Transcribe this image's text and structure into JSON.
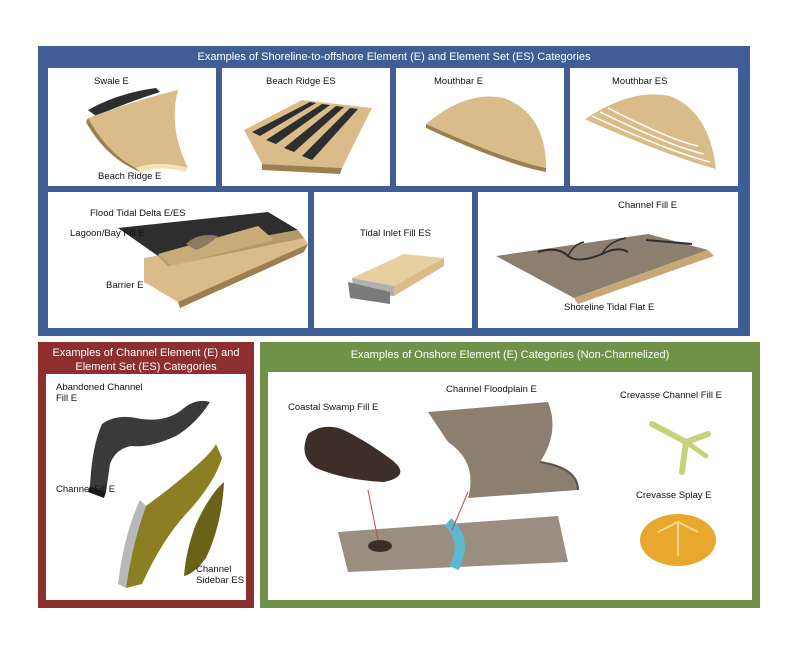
{
  "colors": {
    "shoreline_panel": "#3F5E95",
    "channel_panel": "#8E2F2F",
    "onshore_panel": "#6E9248",
    "sand": "#D9BC8A",
    "dark_layer": "#2E2E2E",
    "channel_fill": "#8C7E22",
    "crevasse": "#C8D27A",
    "splay": "#E8A82E",
    "floodplain": "#8C7F70",
    "tidal_channel": "#5BB8D0"
  },
  "shoreline_panel": {
    "title": "Examples of Shoreline-to-offshore Element (E) and Element Set (ES) Categories",
    "cards": {
      "swale": {
        "label_top": "Swale E",
        "label_bottom": "Beach Ridge E"
      },
      "beach_ridge_es": {
        "label": "Beach Ridge ES"
      },
      "mouthbar_e": {
        "label": "Mouthbar E"
      },
      "mouthbar_es": {
        "label": "Mouthbar ES"
      },
      "flood_tidal": {
        "label_top": "Flood Tidal Delta E/ES",
        "label_mid": "Lagoon/Bay Fill E",
        "label_bottom": "Barrier E"
      },
      "tidal_inlet": {
        "label": "Tidal Inlet Fill ES"
      },
      "tidal_flat": {
        "label_top": "Channel Fill E",
        "label_bottom": "Shoreline Tidal Flat E"
      }
    }
  },
  "channel_panel": {
    "title": "Examples of Channel Element (E) and Element Set (ES) Categories",
    "labels": {
      "abandoned": "Abandoned Channel Fill E",
      "channel_fill": "Channel Fill E",
      "sidebar": "Channel Sidebar ES"
    }
  },
  "onshore_panel": {
    "title": "Examples of Onshore Element (E) Categories (Non-Channelized)",
    "labels": {
      "swamp": "Coastal Swamp Fill E",
      "floodplain": "Channel Floodplain E",
      "crevasse_channel": "Crevasse Channel Fill E",
      "crevasse_splay": "Crevasse Splay E"
    }
  }
}
